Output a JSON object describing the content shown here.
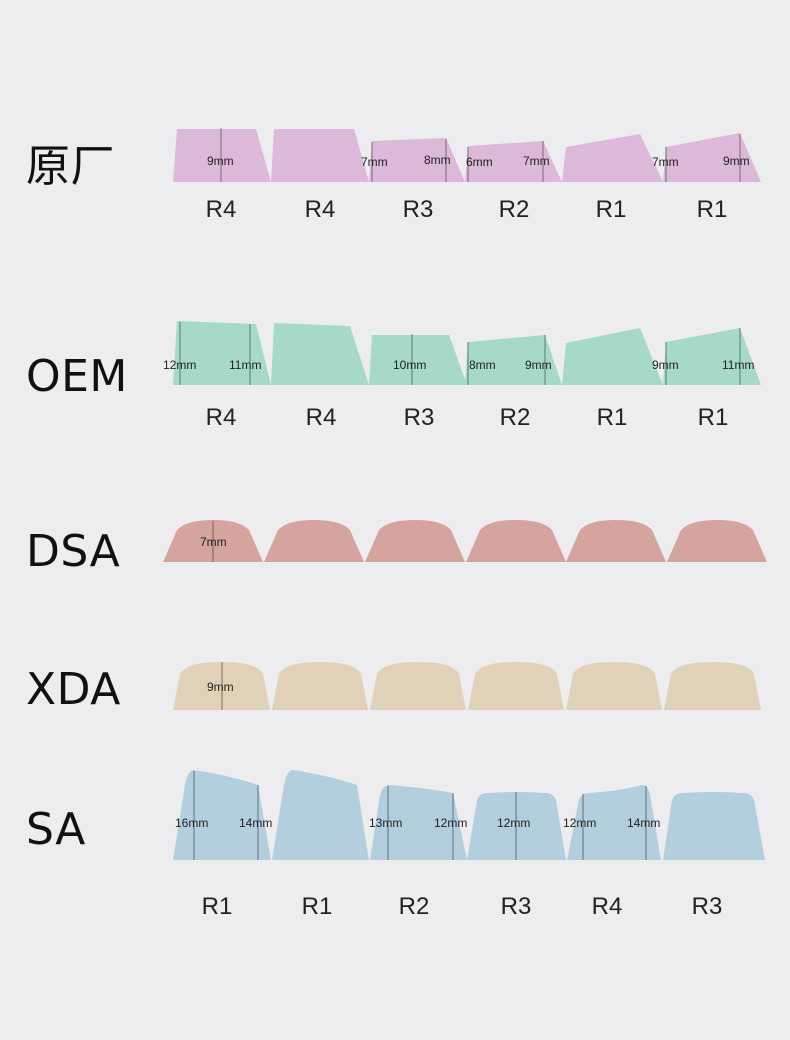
{
  "colors": {
    "background": "#ededef",
    "cherry_like": "#dcb8d9",
    "oem": "#a6d9c6",
    "dsa": "#d6a49f",
    "xda": "#e0d2b8",
    "sa": "#b3cedd"
  },
  "profiles": {
    "p1": {
      "name": "原厂",
      "rows": [
        "R4",
        "R4",
        "R3",
        "R2",
        "R1",
        "R1"
      ],
      "dims": [
        "9mm",
        "7mm",
        "8mm",
        "6mm",
        "7mm",
        "7mm",
        "9mm"
      ]
    },
    "p2": {
      "name": "OEM",
      "rows": [
        "R4",
        "R4",
        "R3",
        "R2",
        "R1",
        "R1"
      ],
      "dims": [
        "12mm",
        "11mm",
        "10mm",
        "8mm",
        "9mm",
        "9mm",
        "11mm"
      ]
    },
    "p3": {
      "name": "DSA",
      "dims": [
        "7mm"
      ]
    },
    "p4": {
      "name": "XDA",
      "dims": [
        "9mm"
      ]
    },
    "p5": {
      "name": "SA",
      "rows": [
        "R1",
        "R1",
        "R2",
        "R3",
        "R4",
        "R3"
      ],
      "dims": [
        "16mm",
        "14mm",
        "13mm",
        "12mm",
        "12mm",
        "12mm",
        "14mm"
      ]
    }
  }
}
